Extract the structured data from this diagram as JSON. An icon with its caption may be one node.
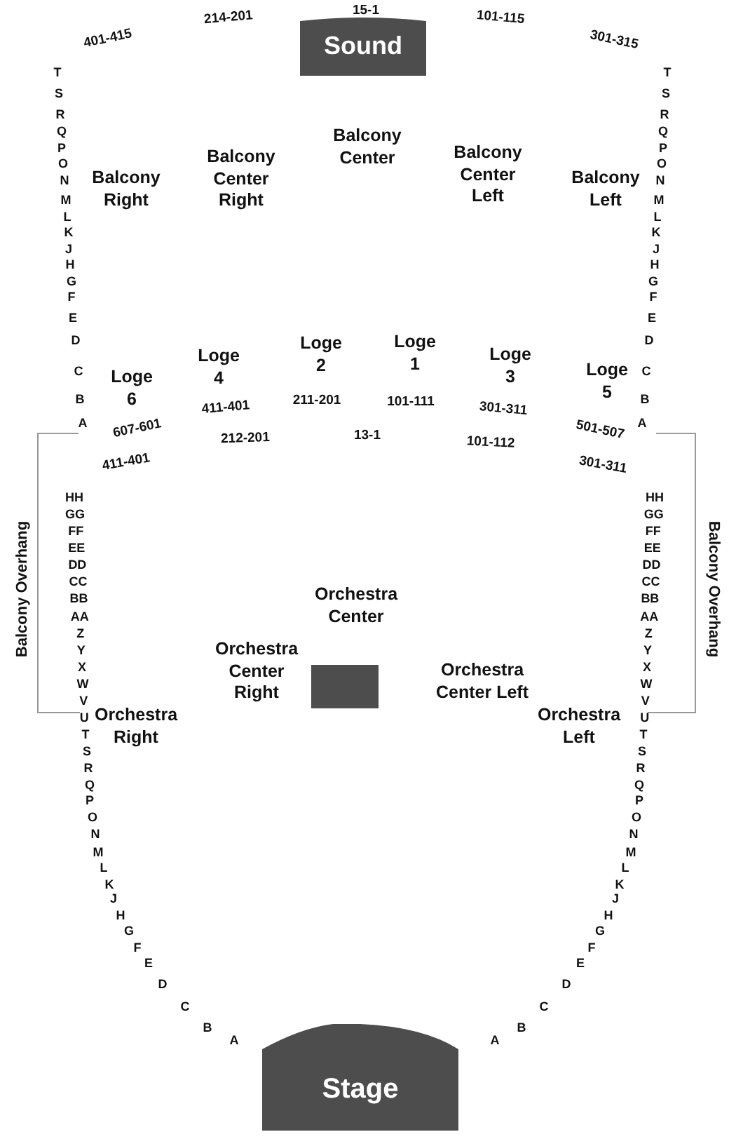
{
  "diagram": {
    "nodes": [
      {
        "text": [
          "Sound"
        ]
      },
      {
        "text": [],
        "shape": "box"
      },
      {
        "text": [
          "Stage"
        ]
      }
    ],
    "labels": [
      "15-1",
      "214-201",
      "101-115",
      "401-415",
      "301-315",
      "Balcony Center",
      "Balcony Center Right",
      "Balcony Center Left",
      "Balcony Right",
      "Balcony Left",
      "Loge 2",
      "Loge 1",
      "Loge 4",
      "Loge 3",
      "Loge 6",
      "Loge 5",
      "211-201",
      "101-111",
      "411-401",
      "301-311",
      "607-601",
      "501-507",
      "212-201",
      "13-1",
      "101-112",
      "411-401",
      "301-311",
      "Orchestra Center",
      "Orchestra Center Right",
      "Orchestra Center Left",
      "Orchestra Right",
      "Orchestra Left",
      "Balcony Overhang",
      "Balcony Overhang",
      "T",
      "S",
      "R",
      "Q",
      "P",
      "O",
      "N",
      "M",
      "L",
      "K",
      "J",
      "H",
      "G",
      "F",
      "E",
      "D",
      "C",
      "B",
      "A",
      "T",
      "S",
      "R",
      "Q",
      "P",
      "O",
      "N",
      "M",
      "L",
      "K",
      "J",
      "H",
      "G",
      "F",
      "E",
      "D",
      "C",
      "B",
      "A",
      "HH",
      "GG",
      "FF",
      "EE",
      "DD",
      "CC",
      "BB",
      "AA",
      "Z",
      "Y",
      "X",
      "W",
      "V",
      "U",
      "T",
      "S",
      "R",
      "Q",
      "P",
      "O",
      "N",
      "M",
      "L",
      "K",
      "J",
      "H",
      "G",
      "F",
      "E",
      "D",
      "C",
      "B",
      "A",
      "HH",
      "GG",
      "FF",
      "EE",
      "DD",
      "CC",
      "BB",
      "AA",
      "Z",
      "Y",
      "X",
      "W",
      "V",
      "U",
      "T",
      "S",
      "R",
      "Q",
      "P",
      "O",
      "N",
      "M",
      "L",
      "K",
      "J",
      "H",
      "G",
      "F",
      "E",
      "D",
      "C",
      "B",
      "A"
    ]
  }
}
